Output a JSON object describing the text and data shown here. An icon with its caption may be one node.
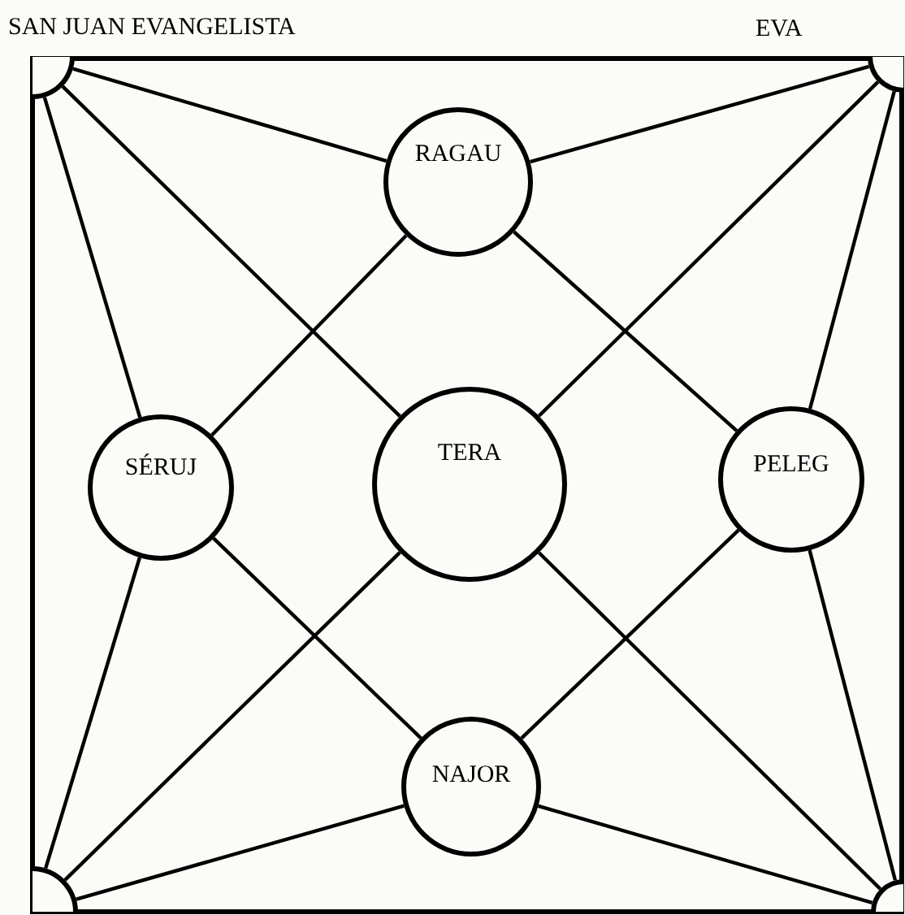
{
  "diagram": {
    "nodes": [
      {
        "text": [],
        "shape": "circle"
      },
      {
        "text": [],
        "shape": "circle"
      },
      {
        "text": [
          "RAGAU"
        ]
      },
      {
        "text": [
          "SÉRUJ"
        ]
      },
      {
        "text": [
          "TERA"
        ]
      },
      {
        "text": [
          "PELEG"
        ]
      },
      {
        "text": [
          "NAJOR"
        ]
      },
      {
        "text": [],
        "shape": "circle"
      },
      {
        "text": [],
        "shape": "circle"
      }
    ],
    "edges": [
      {
        "from": 0,
        "to": 2,
        "arrow": "none"
      },
      {
        "from": 0,
        "to": 3,
        "arrow": "none"
      },
      {
        "from": 0,
        "to": 4,
        "arrow": "none"
      },
      {
        "from": 1,
        "to": 2,
        "arrow": "none"
      },
      {
        "from": 1,
        "to": 5,
        "arrow": "none"
      },
      {
        "from": 1,
        "to": 4,
        "arrow": "none"
      },
      {
        "from": 2,
        "to": 3,
        "arrow": "none"
      },
      {
        "from": 2,
        "to": 5,
        "arrow": "none"
      },
      {
        "from": 3,
        "to": 6,
        "arrow": "none"
      },
      {
        "from": 5,
        "to": 6,
        "arrow": "none"
      },
      {
        "from": 7,
        "to": 3,
        "arrow": "none"
      },
      {
        "from": 7,
        "to": 4,
        "arrow": "none"
      },
      {
        "from": 7,
        "to": 6,
        "arrow": "none"
      },
      {
        "from": 8,
        "to": 5,
        "arrow": "none"
      },
      {
        "from": 8,
        "to": 4,
        "arrow": "none"
      },
      {
        "from": 8,
        "to": 6,
        "arrow": "none"
      }
    ],
    "labels": [
      "SAN JUAN EVANGELISTA",
      "EVA"
    ]
  }
}
